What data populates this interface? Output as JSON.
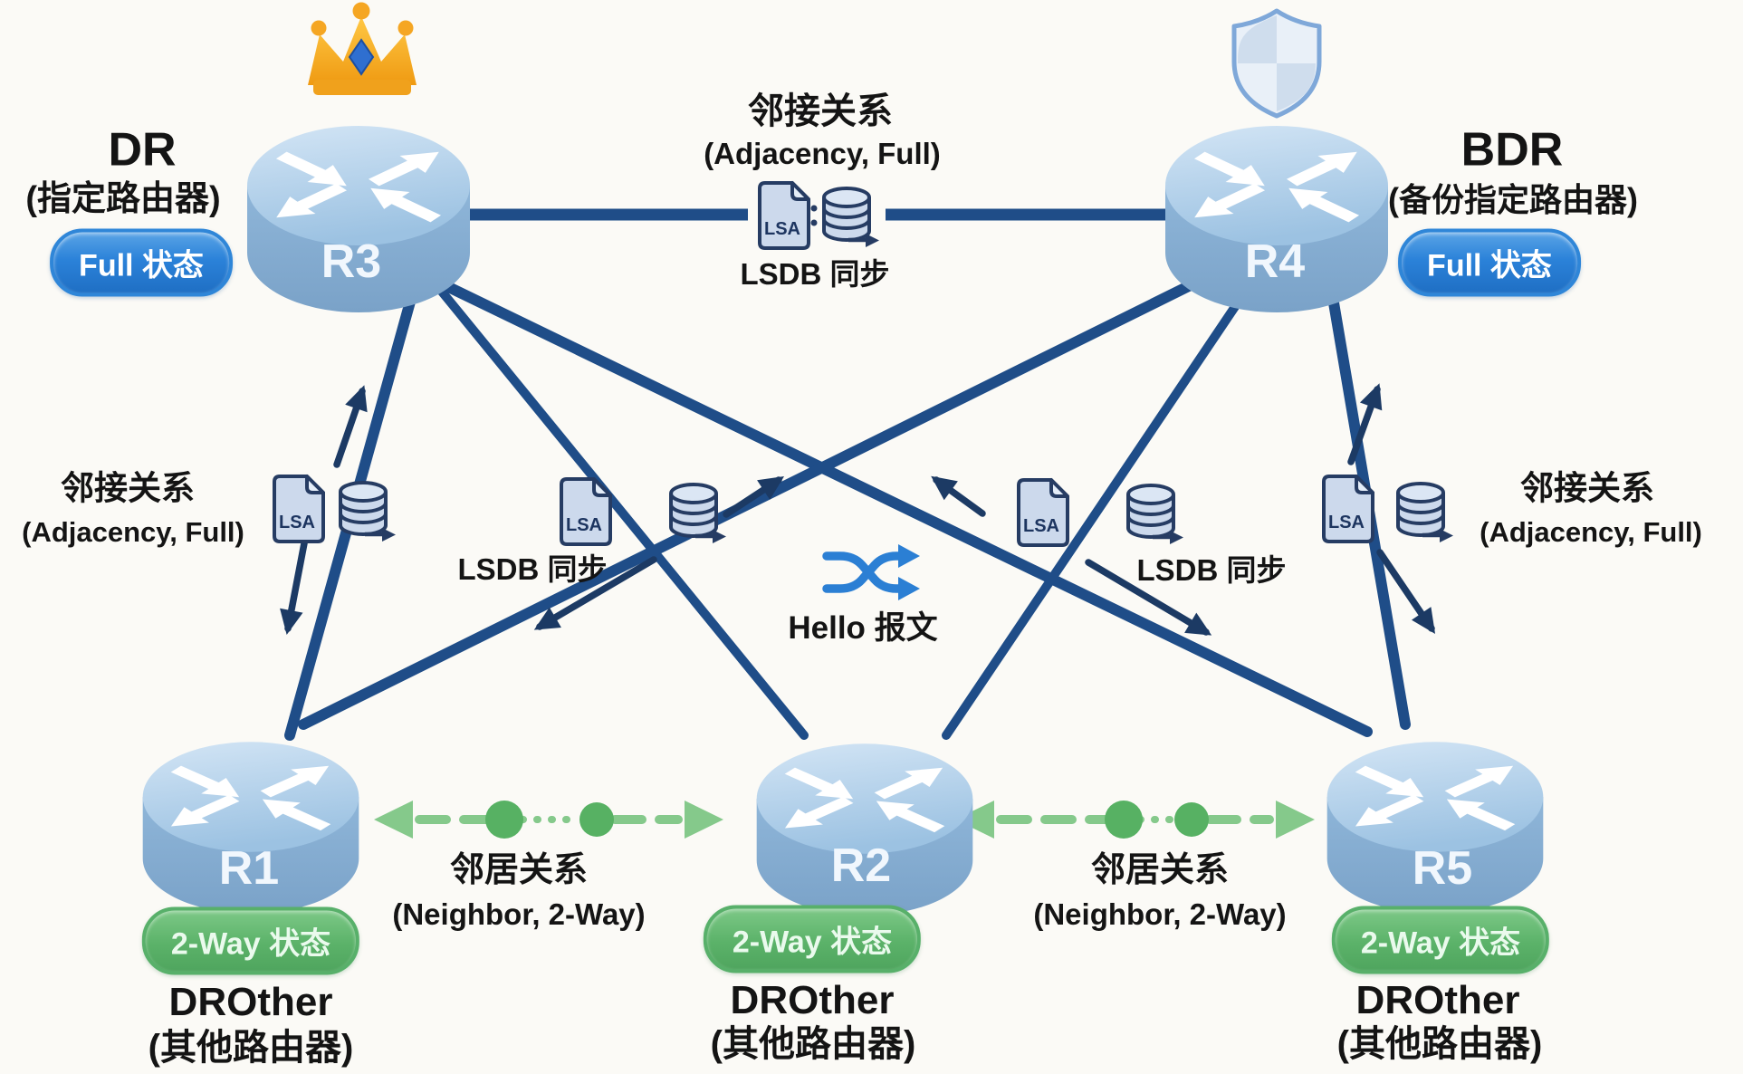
{
  "colors": {
    "background": "#fbfaf6",
    "link_navy": "#1f4d88",
    "thin_arrow_navy": "#1c3a64",
    "badge_blue": "#2b82d9",
    "badge_green": "#5cb466",
    "dashed_green": "#85c98b",
    "neighbor_dot_green": "#57b163",
    "router_blue": "#9ec4e4",
    "shuffle_blue": "#2b7fd4",
    "crown_gold": "#f5a623",
    "shield_steel": "#c9d9ea"
  },
  "lsa_text": "LSA",
  "routers": {
    "r3": {
      "name": "R3",
      "role_title": "DR",
      "role_subtitle": "(指定路由器)",
      "state_badge": "Full 状态"
    },
    "r4": {
      "name": "R4",
      "role_title": "BDR",
      "role_subtitle": "(备份指定路由器)",
      "state_badge": "Full 状态"
    },
    "r1": {
      "name": "R1",
      "role_title": "DROther",
      "role_subtitle": "(其他路由器)",
      "state_badge": "2-Way 状态"
    },
    "r2": {
      "name": "R2",
      "role_title": "DROther",
      "role_subtitle": "(其他路由器)",
      "state_badge": "2-Way 状态"
    },
    "r5": {
      "name": "R5",
      "role_title": "DROther",
      "role_subtitle": "(其他路由器)",
      "state_badge": "2-Way 状态"
    }
  },
  "links": {
    "top_adjacency": {
      "title": "邻接关系",
      "subtitle": "(Adjacency, Full)",
      "sync": "LSDB 同步"
    },
    "left_adjacency": {
      "title": "邻接关系",
      "subtitle": "(Adjacency, Full)"
    },
    "right_adjacency": {
      "title": "邻接关系",
      "subtitle": "(Adjacency, Full)"
    },
    "center_left_sync": {
      "label": "LSDB 同步"
    },
    "center_right_sync": {
      "label": "LSDB 同步"
    },
    "hello": {
      "label": "Hello 报文"
    },
    "left_neighbor": {
      "title": "邻居关系",
      "subtitle": "(Neighbor, 2-Way)"
    },
    "right_neighbor": {
      "title": "邻居关系",
      "subtitle": "(Neighbor, 2-Way)"
    }
  }
}
